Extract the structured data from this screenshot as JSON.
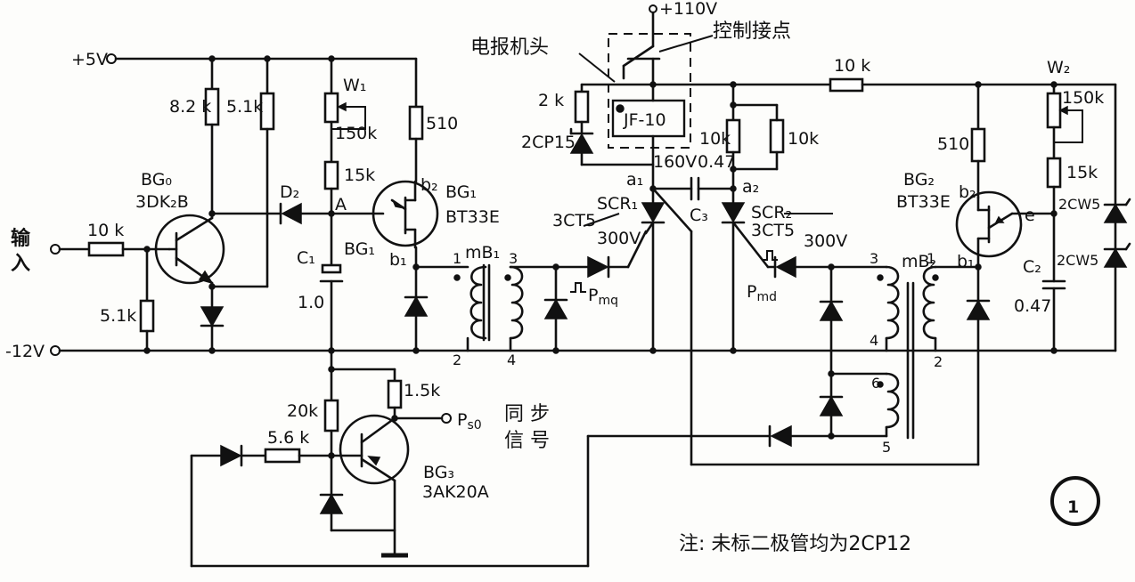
{
  "supplies": {
    "plus5v": "+5V",
    "minus12v": "-12V",
    "plus110v": "+110V"
  },
  "input_label_top": "输",
  "input_label_bottom": "入",
  "r_in": "10 k",
  "r_in_base": "5.1k",
  "r_82k": "8.2 k",
  "r_51k_top": "5.1k",
  "bg0_name": "BG₀",
  "bg0_type": "3DK₂B",
  "d2": "D₂",
  "node_a": "A",
  "w1": "W₁",
  "w1_val": "150k",
  "r_15k_left": "15k",
  "c1": "C₁",
  "c1_val": "1.0",
  "bg1_pin": "BG₁",
  "r_510_left": "510",
  "b2_left": "b₂",
  "b1_left": "b₁",
  "bg1_name": "BG₁",
  "bg1_type": "BT33E",
  "mb1": "mB₁",
  "mb1_p1": "1",
  "mb1_p2": "2",
  "mb1_p3": "3",
  "mb1_p4": "4",
  "pmq": "P",
  "pmq_sub": "mq",
  "telegraph": "电报机头",
  "control": "控制接点",
  "relay": "JF-10",
  "r_2k": "2 k",
  "zener_left": "2CP15",
  "v160": "160V",
  "c047_top": "0.47",
  "a1": "a₁",
  "a2": "a₂",
  "c3": "C₃",
  "scr1": "SCR₁",
  "scr1_type": "3CT5",
  "scr1_v": "300V",
  "scr2": "SCR₂",
  "scr2_type": "3CT5",
  "scr2_v": "300V",
  "r_10k_a": "10k",
  "r_10k_b": "10k",
  "r_10k_top": "10 k",
  "pmd": "P",
  "pmd_sub": "md",
  "mb2": "mB₂",
  "mb2_p1": "1",
  "mb2_p2": "2",
  "mb2_p3": "3",
  "mb2_p4": "4",
  "mb2_p5": "5",
  "mb2_p6": "6",
  "w2": "W₂",
  "w2_val": "150k",
  "r_15k_right": "15k",
  "r_510_right": "510",
  "bg2_name": "BG₂",
  "bg2_type": "BT33E",
  "b2_right": "b₂",
  "b1_right": "b₁",
  "e_right": "e",
  "zener_r1": "2CW5",
  "zener_r2": "2CW5",
  "c2": "C₂",
  "c2_val": "0.47",
  "r_15k_bot": "1.5k",
  "r_20k": "20k",
  "r_56k": "5.6 k",
  "ps0": "P",
  "ps0_sub": "s0",
  "sync_top": "同 步",
  "sync_bot": "信 号",
  "bg3_name": "BG₃",
  "bg3_type": "3AK20A",
  "fig_num": "1",
  "note": "注:  未标二极管均为2CP12"
}
